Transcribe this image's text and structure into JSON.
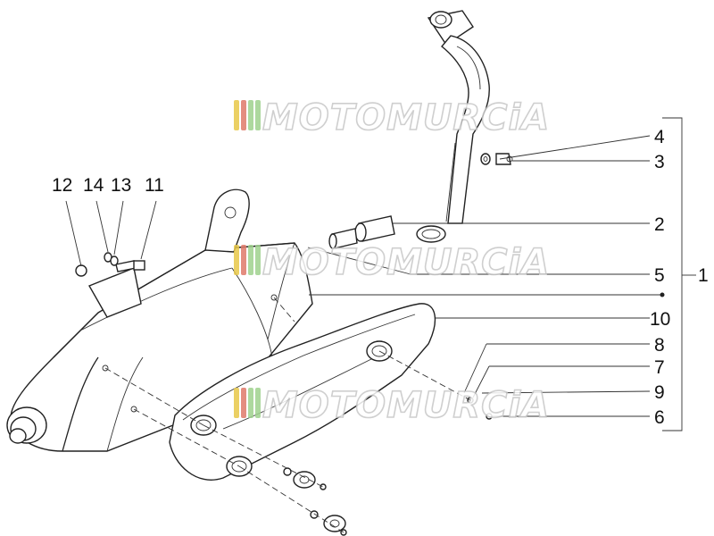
{
  "watermark": {
    "text": "MOTOMURCiA",
    "flag_colors": [
      "#e8c84a",
      "#e07a6a",
      "#9fd28e",
      "#9fd28e"
    ]
  },
  "callouts": {
    "c1": "1",
    "c2": "2",
    "c3": "3",
    "c4": "4",
    "c5": "5",
    "c6": "6",
    "c7": "7",
    "c8": "8",
    "c9": "9",
    "c10": "10",
    "c11": "11",
    "c12": "12",
    "c13": "13",
    "c14": "14"
  }
}
